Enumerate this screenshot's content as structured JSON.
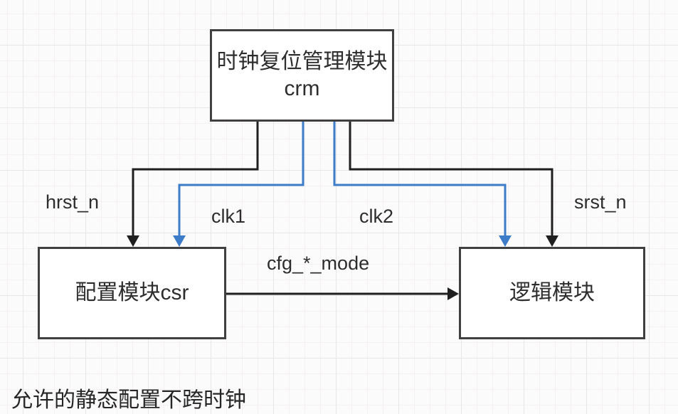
{
  "diagram": {
    "nodes": {
      "crm": {
        "line1": "时钟复位管理模块",
        "line2": "crm"
      },
      "csr": {
        "label": "配置模块csr"
      },
      "logic": {
        "label": "逻辑模块"
      }
    },
    "edge_labels": {
      "hrst_n": "hrst_n",
      "clk1": "clk1",
      "clk2": "clk2",
      "srst_n": "srst_n",
      "cfg_mode": "cfg_*_mode"
    },
    "note": "允许的静态配置不跨时钟",
    "colors": {
      "edge_black": "#1f1f1f",
      "edge_blue": "#3d7cc9",
      "box_border": "#404040",
      "box_fill": "#ffffff",
      "text": "#2d2d2d"
    }
  }
}
